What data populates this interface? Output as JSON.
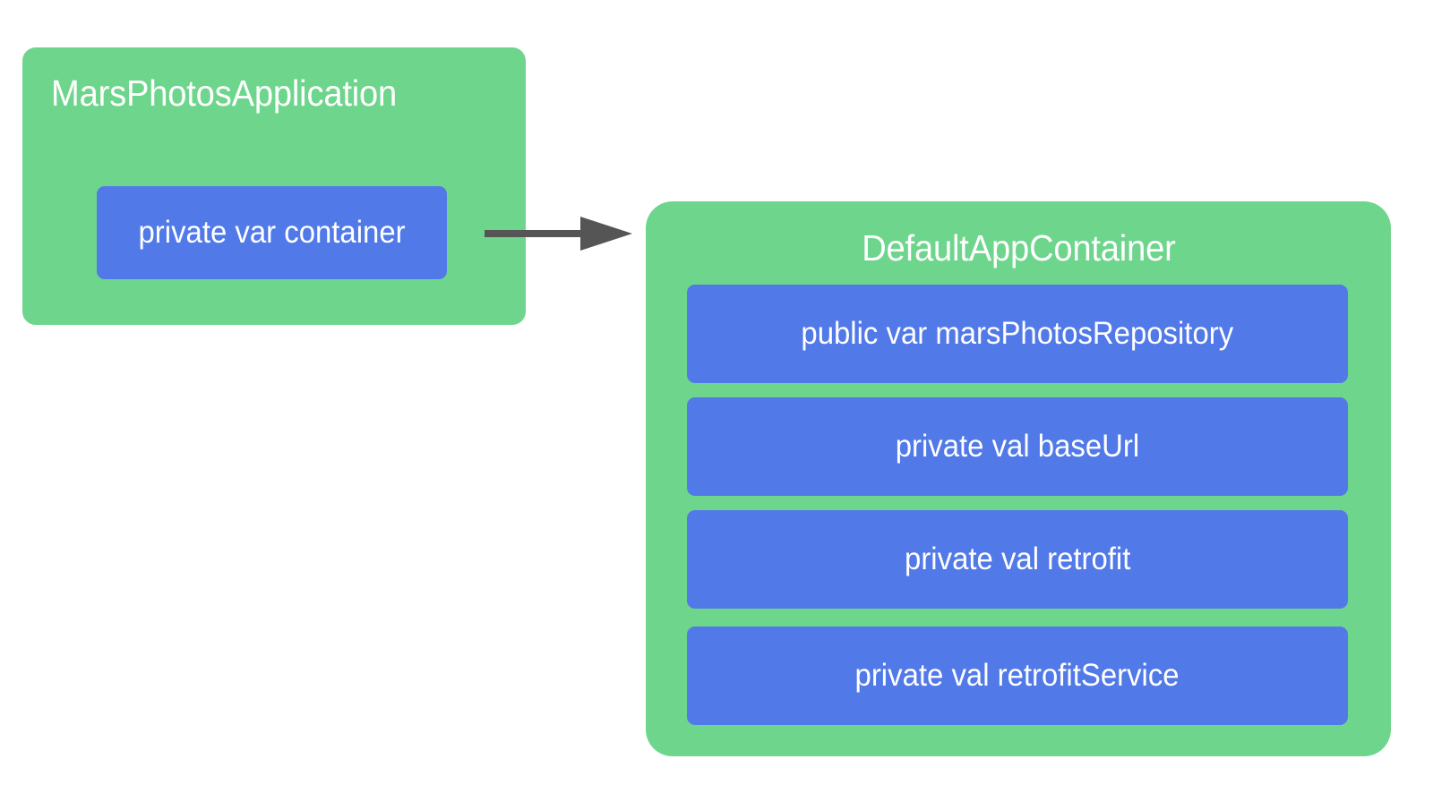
{
  "diagram": {
    "type": "class-dependency-diagram",
    "background_color": "#FFFFFF",
    "class_fill_color": "#6ED58C",
    "property_fill_color": "#5179E8",
    "text_color": "#FFFFFF",
    "arrow_color": "#555555",
    "classes": [
      {
        "name": "MarsPhotosApplication",
        "title_align": "left",
        "properties": [
          {
            "label": "private var container"
          }
        ]
      },
      {
        "name": "DefaultAppContainer",
        "title_align": "center",
        "properties": [
          {
            "label": "public var marsPhotosRepository"
          },
          {
            "label": "private val baseUrl"
          },
          {
            "label": "private val retrofit"
          },
          {
            "label": "private val retrofitService"
          }
        ]
      }
    ],
    "connectors": [
      {
        "from": "MarsPhotosApplication.container",
        "to": "DefaultAppContainer",
        "style": "solid-arrow",
        "direction": "right"
      }
    ]
  }
}
